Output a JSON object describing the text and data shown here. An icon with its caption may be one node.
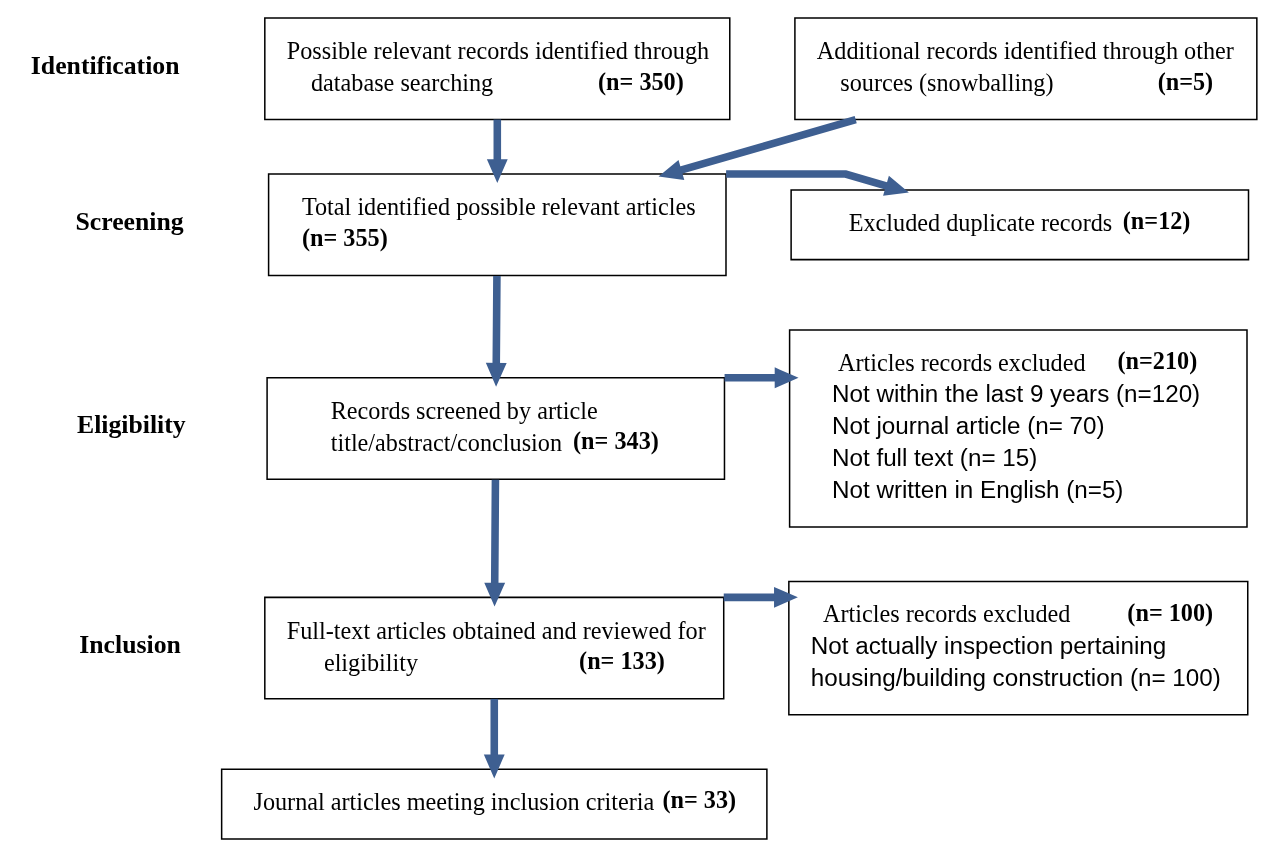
{
  "diagram": {
    "nodes": [
      {
        "text": [
          "Possible relevant records identified through database searching **(n= 350)**"
        ]
      },
      {
        "text": [
          "Additional records identified through other sources (snowballing) **(n=5)**"
        ]
      },
      {
        "text": [
          "Total identified possible relevant articles **(n= 355)**"
        ]
      },
      {
        "text": [
          "Excluded duplicate records **(n=12)**"
        ]
      },
      {
        "text": [
          "Records screened by article title/abstract/conclusion **(n= 343)**"
        ]
      },
      {
        "text": [
          "Articles records excluded **(n=210)**",
          "Not within the last 9 years (n=120)",
          "Not journal article (n= 70)",
          "Not full text (n= 15)",
          "Not written in English (n=5)"
        ]
      },
      {
        "text": [
          "Full-text articles obtained and reviewed for eligibility **(n= 133)**"
        ]
      },
      {
        "text": [
          "Articles records excluded **(n= 100)**",
          "Not actually inspection pertaining housing/building construction (n= 100)"
        ]
      },
      {
        "text": [
          "Journal articles meeting inclusion criteria **(n= 33)**"
        ]
      }
    ],
    "edges": [
      {
        "from": 0,
        "to": 2,
        "arrow": "to"
      },
      {
        "from": 1,
        "to": 2,
        "arrow": "to"
      },
      {
        "from": 2,
        "to": 3,
        "arrow": "to"
      },
      {
        "from": 2,
        "to": 4,
        "arrow": "to"
      },
      {
        "from": 4,
        "to": 5,
        "arrow": "to"
      },
      {
        "from": 4,
        "to": 6,
        "arrow": "to"
      },
      {
        "from": 6,
        "to": 7,
        "arrow": "to"
      },
      {
        "from": 6,
        "to": 8,
        "arrow": "to"
      }
    ],
    "labels": [
      "Identification",
      "Screening",
      "Eligibility",
      "Inclusion"
    ]
  }
}
